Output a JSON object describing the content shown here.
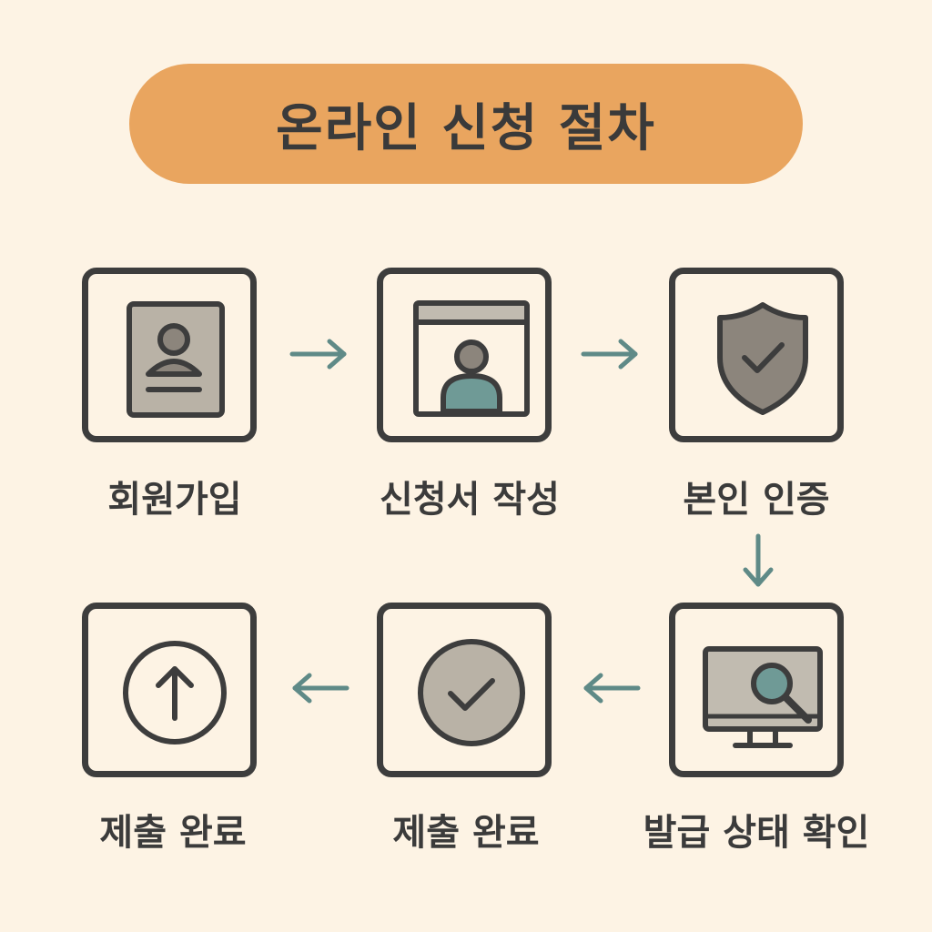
{
  "title": "온라인 신청 절차",
  "colors": {
    "background": "#fdf3e4",
    "title_pill": "#e9a55f",
    "outline": "#3d3d3d",
    "icon_gray": "#8c857c",
    "icon_light": "#c1bbb0",
    "accent_teal": "#6f9a96",
    "arrow": "#5f8a87"
  },
  "steps": [
    {
      "label": "회원가입",
      "icon": "id-card-icon"
    },
    {
      "label": "신청서 작성",
      "icon": "application-form-icon"
    },
    {
      "label": "본인 인증",
      "icon": "shield-check-icon"
    },
    {
      "label": "발급 상태 확인",
      "icon": "monitor-search-icon"
    },
    {
      "label": "제출 완료",
      "icon": "check-circle-icon"
    },
    {
      "label": "제출 완료",
      "icon": "upload-arrow-icon"
    }
  ]
}
